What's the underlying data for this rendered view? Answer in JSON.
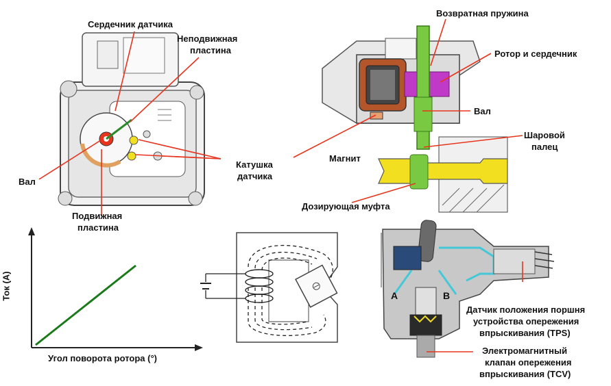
{
  "colors": {
    "leader": "#e8341c",
    "line_graph": "#1a7a1a",
    "shaft_green": "#7ac943",
    "rotor_magenta": "#c03ac8",
    "coil_copper": "#b5562a",
    "sleeve_yellow": "#f2e020",
    "tps_cyan": "#44c8d8",
    "housing_gray": "#9a9a9a"
  },
  "sensor_view": {
    "labels": {
      "core": "Сердечник датчика",
      "fixed_plate_1": "Неподвижная",
      "fixed_plate_2": "пластина",
      "shaft": "Вал",
      "moving_plate_1": "Подвижная",
      "moving_plate_2": "пластина",
      "coil_1": "Катушка",
      "coil_2": "датчика"
    }
  },
  "actuator_view": {
    "labels": {
      "return_spring": "Возвратная пружина",
      "rotor_core": "Ротор и сердечник",
      "shaft": "Вал",
      "ball_pin_1": "Шаровой",
      "ball_pin_2": "палец",
      "magnet": "Магнит",
      "sleeve": "Дозирующая муфта"
    }
  },
  "graph": {
    "ylabel": "Ток (А)",
    "xlabel": "Угол поворота ротора (°)"
  },
  "timer_view": {
    "labels": {
      "chamber_a": "A",
      "chamber_b": "B",
      "tps_1": "Датчик положения поршня",
      "tps_2": "устройства опережения",
      "tps_3": "впрыскивания (TPS)",
      "tcv_1": "Электромагнитный",
      "tcv_2": "клапан опережения",
      "tcv_3": "впрыскивания (TCV)"
    }
  }
}
